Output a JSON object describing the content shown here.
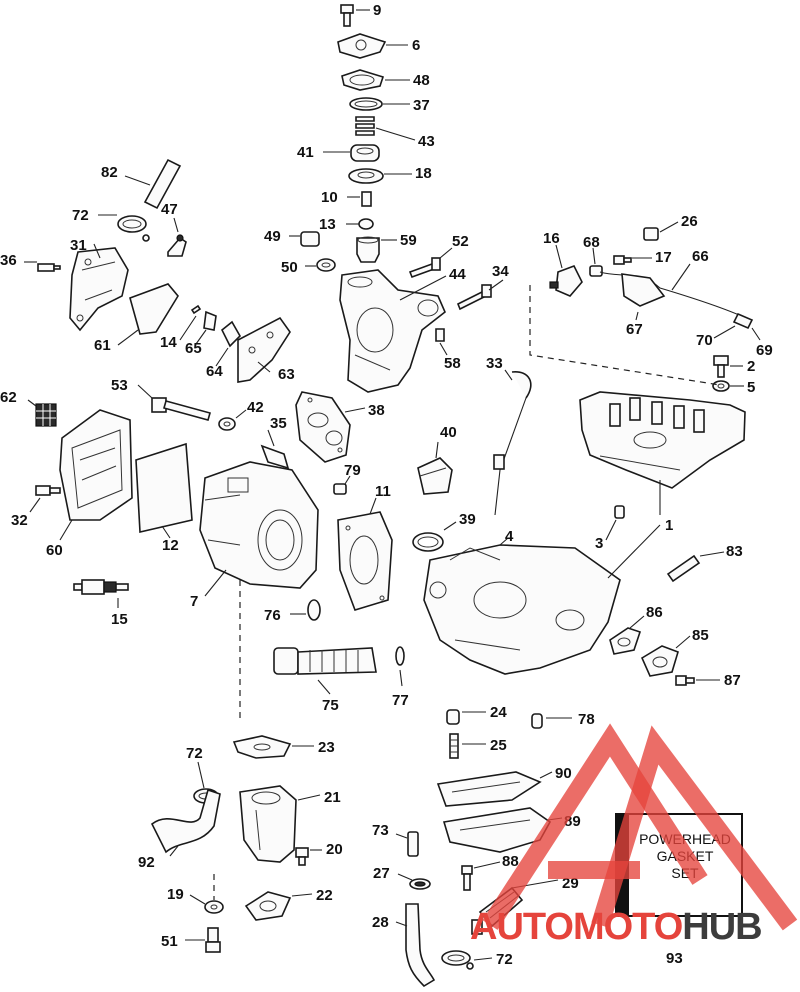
{
  "diagram": {
    "callouts": [
      {
        "id": "c9",
        "text": "9"
      },
      {
        "id": "c6",
        "text": "6"
      },
      {
        "id": "c48",
        "text": "48"
      },
      {
        "id": "c37",
        "text": "37"
      },
      {
        "id": "c43",
        "text": "43"
      },
      {
        "id": "c41",
        "text": "41"
      },
      {
        "id": "c18",
        "text": "18"
      },
      {
        "id": "c10",
        "text": "10"
      },
      {
        "id": "c13",
        "text": "13"
      },
      {
        "id": "c49",
        "text": "49"
      },
      {
        "id": "c59",
        "text": "59"
      },
      {
        "id": "c50",
        "text": "50"
      },
      {
        "id": "c52",
        "text": "52"
      },
      {
        "id": "c44",
        "text": "44"
      },
      {
        "id": "c34",
        "text": "34"
      },
      {
        "id": "c58",
        "text": "58"
      },
      {
        "id": "c82",
        "text": "82"
      },
      {
        "id": "c72a",
        "text": "72"
      },
      {
        "id": "c47",
        "text": "47"
      },
      {
        "id": "c36",
        "text": "36"
      },
      {
        "id": "c31",
        "text": "31"
      },
      {
        "id": "c61",
        "text": "61"
      },
      {
        "id": "c14",
        "text": "14"
      },
      {
        "id": "c65",
        "text": "65"
      },
      {
        "id": "c64",
        "text": "64"
      },
      {
        "id": "c63",
        "text": "63"
      },
      {
        "id": "c16",
        "text": "16"
      },
      {
        "id": "c68",
        "text": "68"
      },
      {
        "id": "c17",
        "text": "17"
      },
      {
        "id": "c26",
        "text": "26"
      },
      {
        "id": "c66",
        "text": "66"
      },
      {
        "id": "c67",
        "text": "67"
      },
      {
        "id": "c70",
        "text": "70"
      },
      {
        "id": "c69",
        "text": "69"
      },
      {
        "id": "c33",
        "text": "33"
      },
      {
        "id": "c2",
        "text": "2"
      },
      {
        "id": "c5",
        "text": "5"
      },
      {
        "id": "c62",
        "text": "62"
      },
      {
        "id": "c53",
        "text": "53"
      },
      {
        "id": "c42",
        "text": "42"
      },
      {
        "id": "c38",
        "text": "38"
      },
      {
        "id": "c35",
        "text": "35"
      },
      {
        "id": "c40",
        "text": "40"
      },
      {
        "id": "c79",
        "text": "79"
      },
      {
        "id": "c11",
        "text": "11"
      },
      {
        "id": "c39",
        "text": "39"
      },
      {
        "id": "c4",
        "text": "4"
      },
      {
        "id": "c1",
        "text": "1"
      },
      {
        "id": "c3",
        "text": "3"
      },
      {
        "id": "c83",
        "text": "83"
      },
      {
        "id": "c32",
        "text": "32"
      },
      {
        "id": "c60",
        "text": "60"
      },
      {
        "id": "c12",
        "text": "12"
      },
      {
        "id": "c7",
        "text": "7"
      },
      {
        "id": "c15",
        "text": "15"
      },
      {
        "id": "c76",
        "text": "76"
      },
      {
        "id": "c86",
        "text": "86"
      },
      {
        "id": "c85",
        "text": "85"
      },
      {
        "id": "c87",
        "text": "87"
      },
      {
        "id": "c75",
        "text": "75"
      },
      {
        "id": "c77",
        "text": "77"
      },
      {
        "id": "c24",
        "text": "24"
      },
      {
        "id": "c78",
        "text": "78"
      },
      {
        "id": "c25",
        "text": "25"
      },
      {
        "id": "c72b",
        "text": "72"
      },
      {
        "id": "c23",
        "text": "23"
      },
      {
        "id": "c90",
        "text": "90"
      },
      {
        "id": "c21",
        "text": "21"
      },
      {
        "id": "c89",
        "text": "89"
      },
      {
        "id": "c73",
        "text": "73"
      },
      {
        "id": "c92",
        "text": "92"
      },
      {
        "id": "c20",
        "text": "20"
      },
      {
        "id": "c88",
        "text": "88"
      },
      {
        "id": "c27",
        "text": "27"
      },
      {
        "id": "c29",
        "text": "29"
      },
      {
        "id": "c19",
        "text": "19"
      },
      {
        "id": "c22",
        "text": "22"
      },
      {
        "id": "c28",
        "text": "28"
      },
      {
        "id": "c51",
        "text": "51"
      },
      {
        "id": "c72c",
        "text": "72"
      },
      {
        "id": "c93",
        "text": "93"
      }
    ],
    "kit_label": "POWERHEAD\nGASKET\nSET"
  },
  "watermark": {
    "text_red": "AUTOMOTO",
    "text_dark": "HUB",
    "color_red": "#e5443c",
    "color_dark": "#3c3c3c"
  }
}
